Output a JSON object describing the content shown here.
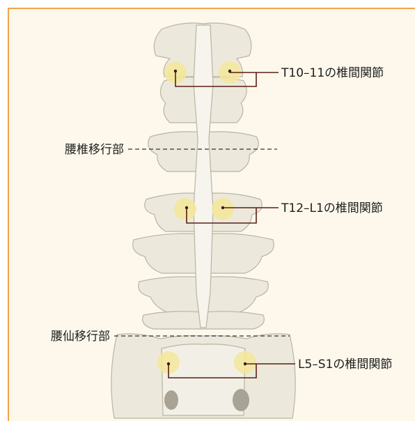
{
  "labels": {
    "facet_t10_11": "T10–11の椎間関節",
    "thoracolumbar": "腰椎移行部",
    "facet_t12_l1": "T12–L1の椎間関節",
    "lumbosacral": "腰仙移行部",
    "facet_l5_s1": "L5–S1の椎間関節"
  },
  "colors": {
    "frame_border": "#f0a54a",
    "panel_bg": "#fef8ec",
    "bone_fill": "#ece9dc",
    "bone_stroke": "#b9b4a2",
    "highlight": "#f5e69a",
    "leader": "#5a1e14"
  }
}
